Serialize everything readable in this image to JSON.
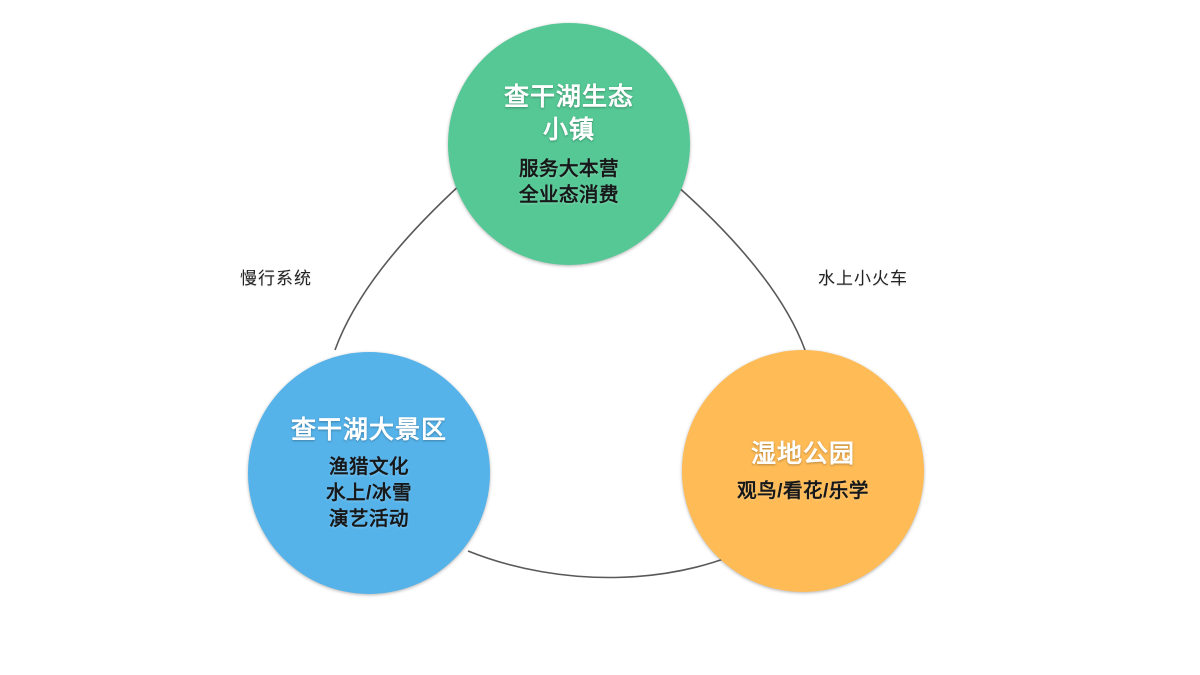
{
  "diagram": {
    "background_color": "#ffffff",
    "connector_color": "#595959",
    "nodes": [
      {
        "id": "eco-town",
        "title": "查干湖生态\n小镇",
        "subtitle": "服务大本营\n全业态消费",
        "color": "#55c895",
        "title_color": "#ffffff",
        "subtitle_color": "#16181a",
        "position": "top"
      },
      {
        "id": "scenic-area",
        "title": "查干湖大景区",
        "subtitle": "渔猎文化\n水上/冰雪\n演艺活动",
        "color": "#55b3ea",
        "title_color": "#ffffff",
        "subtitle_color": "#16181a",
        "position": "bottom-left"
      },
      {
        "id": "wetland-park",
        "title": "湿地公园",
        "subtitle": "观鸟/看花/乐学",
        "color": "#ffbb55",
        "title_color": "#ffffff",
        "subtitle_color": "#16181a",
        "position": "bottom-right"
      }
    ],
    "edges": [
      {
        "id": "edge-town-to-scenic",
        "label": "慢行系统",
        "from": "eco-town",
        "to": "scenic-area"
      },
      {
        "id": "edge-town-to-wetland",
        "label": "水上小火车",
        "from": "eco-town",
        "to": "wetland-park"
      },
      {
        "id": "edge-scenic-to-wetland",
        "label": "",
        "from": "scenic-area",
        "to": "wetland-park"
      }
    ]
  }
}
